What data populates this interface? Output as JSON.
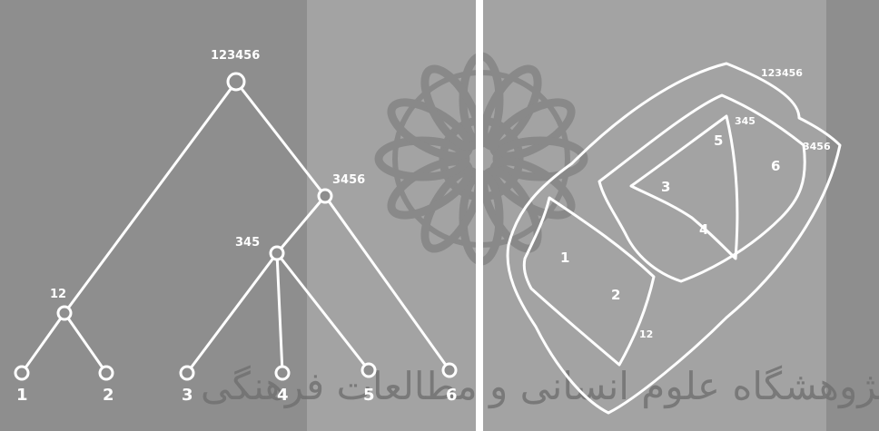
{
  "colors": {
    "panel_dark": "#8e8e8e",
    "panel_light": "#a3a3a3",
    "divider": "#ffffff",
    "ink": "#ffffff",
    "watermark": "#6f6f6f"
  },
  "tree": {
    "nodes": [
      {
        "id": "123456",
        "label": "123456"
      },
      {
        "id": "3456",
        "label": "3456"
      },
      {
        "id": "345",
        "label": "345"
      },
      {
        "id": "12",
        "label": "12"
      },
      {
        "id": "1",
        "label": "1"
      },
      {
        "id": "2",
        "label": "2"
      },
      {
        "id": "3",
        "label": "3"
      },
      {
        "id": "4",
        "label": "4"
      },
      {
        "id": "5",
        "label": "5"
      },
      {
        "id": "6",
        "label": "6"
      }
    ],
    "edges": [
      [
        "123456",
        "12"
      ],
      [
        "123456",
        "3456"
      ],
      [
        "3456",
        "345"
      ],
      [
        "3456",
        "6"
      ],
      [
        "345",
        "3"
      ],
      [
        "345",
        "4"
      ],
      [
        "345",
        "5"
      ],
      [
        "12",
        "1"
      ],
      [
        "12",
        "2"
      ]
    ]
  },
  "venn": {
    "set_labels": [
      "123456",
      "3456",
      "345",
      "12"
    ],
    "element_labels": [
      "1",
      "2",
      "3",
      "4",
      "5",
      "6"
    ]
  },
  "watermark": {
    "caption": "پژوهشگاه علوم انسانی و مطالعات فرهنگی",
    "emblem": "institute-rosette-logo"
  }
}
